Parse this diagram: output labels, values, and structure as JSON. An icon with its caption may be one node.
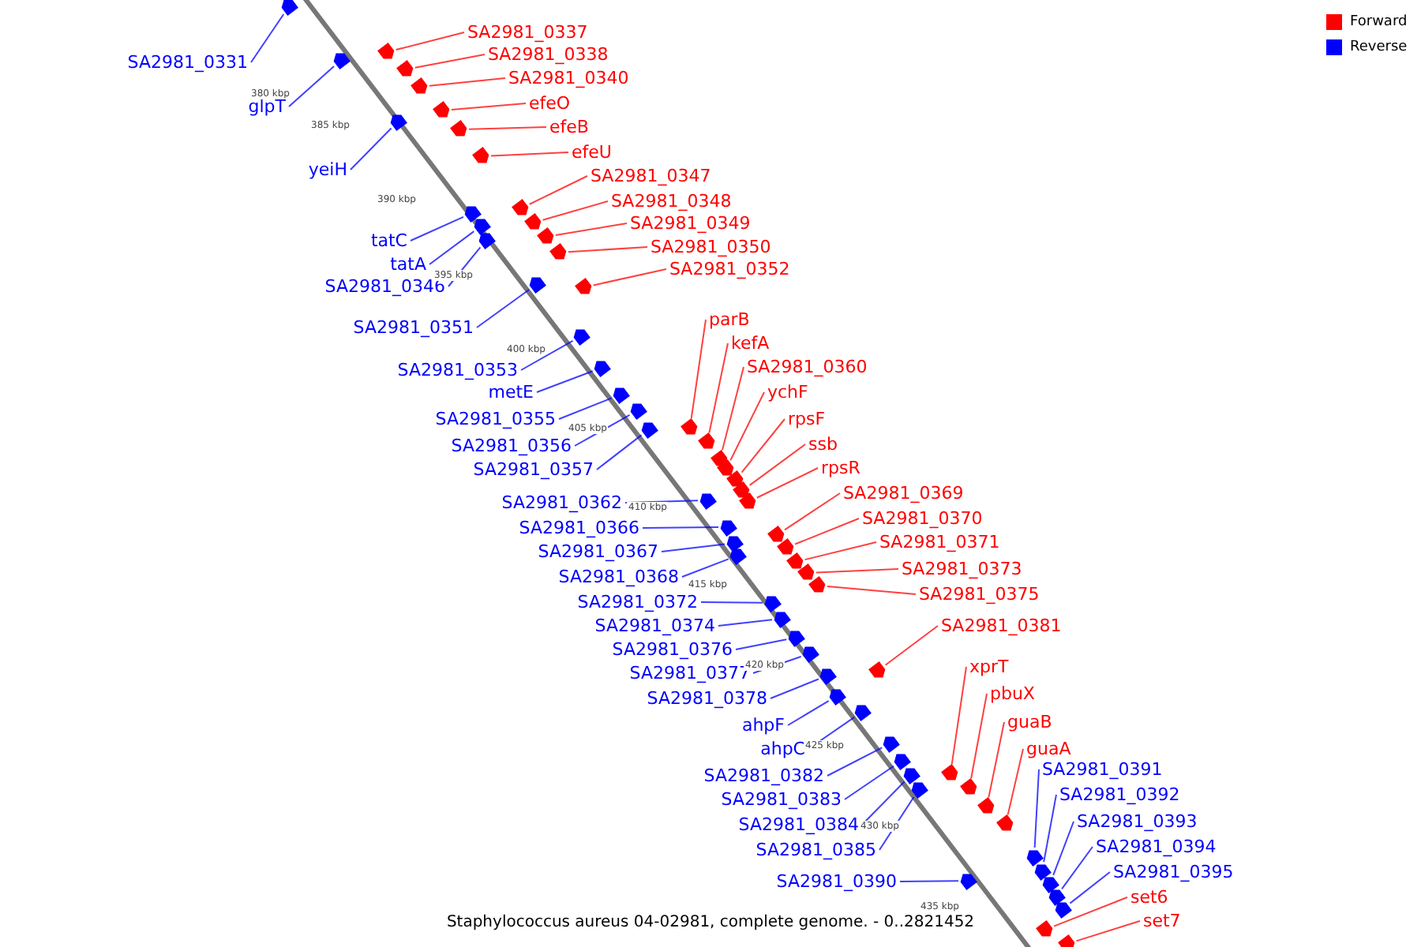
{
  "diagram": {
    "caption": "Staphylococcus aureus 04-02981, complete genome. - 0..2821452",
    "nodes": [
      {
        "text": [
          "SA2981_0331"
        ]
      },
      {
        "text": [],
        "shape": "arrow"
      },
      {
        "text": [
          "glpT"
        ]
      },
      {
        "text": [],
        "shape": "arrow"
      },
      {
        "text": [
          "SA2981_0337"
        ]
      },
      {
        "text": [],
        "shape": "arrow"
      },
      {
        "text": [
          "SA2981_0338"
        ]
      },
      {
        "text": [],
        "shape": "arrow"
      },
      {
        "text": [
          "SA2981_0340"
        ]
      },
      {
        "text": [],
        "shape": "arrow"
      },
      {
        "text": [
          "efeO"
        ]
      },
      {
        "text": [],
        "shape": "arrow"
      },
      {
        "text": [
          "efeB"
        ]
      },
      {
        "text": [],
        "shape": "arrow"
      },
      {
        "text": [
          "efeU"
        ]
      },
      {
        "text": [],
        "shape": "arrow"
      },
      {
        "text": [
          "yeiH"
        ]
      },
      {
        "text": [],
        "shape": "arrow"
      },
      {
        "text": [
          "SA2981_0347"
        ]
      },
      {
        "text": [],
        "shape": "arrow"
      },
      {
        "text": [
          "SA2981_0348"
        ]
      },
      {
        "text": [],
        "shape": "arrow"
      },
      {
        "text": [
          "SA2981_0349"
        ]
      },
      {
        "text": [],
        "shape": "arrow"
      },
      {
        "text": [
          "SA2981_0350"
        ]
      },
      {
        "text": [],
        "shape": "arrow"
      },
      {
        "text": [
          "tatC"
        ]
      },
      {
        "text": [],
        "shape": "arrow"
      },
      {
        "text": [
          "tatA"
        ]
      },
      {
        "text": [],
        "shape": "arrow"
      },
      {
        "text": [
          "SA2981_0346"
        ]
      },
      {
        "text": [],
        "shape": "arrow"
      },
      {
        "text": [
          "SA2981_0352"
        ]
      },
      {
        "text": [],
        "shape": "arrow"
      },
      {
        "text": [
          "SA2981_0351"
        ]
      },
      {
        "text": [],
        "shape": "arrow"
      },
      {
        "text": [
          "parB"
        ]
      },
      {
        "text": [],
        "shape": "arrow"
      },
      {
        "text": [
          "kefA"
        ]
      },
      {
        "text": [],
        "shape": "arrow"
      },
      {
        "text": [
          "SA2981_0353"
        ]
      },
      {
        "text": [],
        "shape": "arrow"
      },
      {
        "text": [
          "SA2981_0360"
        ]
      },
      {
        "text": [],
        "shape": "arrow"
      },
      {
        "text": [
          "metE"
        ]
      },
      {
        "text": [],
        "shape": "arrow"
      },
      {
        "text": [
          "ychF"
        ]
      },
      {
        "text": [],
        "shape": "arrow"
      },
      {
        "text": [
          "SA2981_0355"
        ]
      },
      {
        "text": [],
        "shape": "arrow"
      },
      {
        "text": [
          "rpsF"
        ]
      },
      {
        "text": [],
        "shape": "arrow"
      },
      {
        "text": [
          "ssb"
        ]
      },
      {
        "text": [],
        "shape": "arrow"
      },
      {
        "text": [
          "SA2981_0356"
        ]
      },
      {
        "text": [],
        "shape": "arrow"
      },
      {
        "text": [
          "rpsR"
        ]
      },
      {
        "text": [],
        "shape": "arrow"
      },
      {
        "text": [
          "SA2981_0357"
        ]
      },
      {
        "text": [],
        "shape": "arrow"
      },
      {
        "text": [
          "SA2981_0369"
        ]
      },
      {
        "text": [],
        "shape": "arrow"
      },
      {
        "text": [
          "SA2981_0362"
        ]
      },
      {
        "text": [],
        "shape": "arrow"
      },
      {
        "text": [
          "SA2981_0370"
        ]
      },
      {
        "text": [],
        "shape": "arrow"
      },
      {
        "text": [
          "SA2981_0366"
        ]
      },
      {
        "text": [],
        "shape": "arrow"
      },
      {
        "text": [
          "SA2981_0371"
        ]
      },
      {
        "text": [],
        "shape": "arrow"
      },
      {
        "text": [
          "SA2981_0367"
        ]
      },
      {
        "text": [],
        "shape": "arrow"
      },
      {
        "text": [
          "SA2981_0373"
        ]
      },
      {
        "text": [],
        "shape": "arrow"
      },
      {
        "text": [
          "SA2981_0368"
        ]
      },
      {
        "text": [],
        "shape": "arrow"
      },
      {
        "text": [
          "SA2981_0375"
        ]
      },
      {
        "text": [],
        "shape": "arrow"
      },
      {
        "text": [
          "SA2981_0372"
        ]
      },
      {
        "text": [],
        "shape": "arrow"
      },
      {
        "text": [
          "SA2981_0381"
        ]
      },
      {
        "text": [],
        "shape": "arrow"
      },
      {
        "text": [
          "SA2981_0374"
        ]
      },
      {
        "text": [],
        "shape": "arrow"
      },
      {
        "text": [
          "SA2981_0376"
        ]
      },
      {
        "text": [],
        "shape": "arrow"
      },
      {
        "text": [
          "SA2981_0377"
        ]
      },
      {
        "text": [],
        "shape": "arrow"
      },
      {
        "text": [
          "xprT"
        ]
      },
      {
        "text": [],
        "shape": "arrow"
      },
      {
        "text": [
          "SA2981_0378"
        ]
      },
      {
        "text": [],
        "shape": "arrow"
      },
      {
        "text": [
          "pbuX"
        ]
      },
      {
        "text": [],
        "shape": "arrow"
      },
      {
        "text": [
          "ahpF"
        ]
      },
      {
        "text": [],
        "shape": "arrow"
      },
      {
        "text": [
          "guaB"
        ]
      },
      {
        "text": [],
        "shape": "arrow"
      },
      {
        "text": [
          "ahpC"
        ]
      },
      {
        "text": [],
        "shape": "arrow"
      },
      {
        "text": [
          "guaA"
        ]
      },
      {
        "text": [],
        "shape": "arrow"
      },
      {
        "text": [
          "SA2981_0391"
        ]
      },
      {
        "text": [],
        "shape": "arrow"
      },
      {
        "text": [
          "SA2981_0382"
        ]
      },
      {
        "text": [],
        "shape": "arrow"
      },
      {
        "text": [
          "SA2981_0392"
        ]
      },
      {
        "text": [],
        "shape": "arrow"
      },
      {
        "text": [
          "SA2981_0383"
        ]
      },
      {
        "text": [],
        "shape": "arrow"
      },
      {
        "text": [
          "SA2981_0393"
        ]
      },
      {
        "text": [],
        "shape": "arrow"
      },
      {
        "text": [
          "SA2981_0384"
        ]
      },
      {
        "text": [],
        "shape": "arrow"
      },
      {
        "text": [
          "SA2981_0394"
        ]
      },
      {
        "text": [],
        "shape": "arrow"
      },
      {
        "text": [
          "SA2981_0385"
        ]
      },
      {
        "text": [],
        "shape": "arrow"
      },
      {
        "text": [
          "SA2981_0395"
        ]
      },
      {
        "text": [],
        "shape": "arrow"
      },
      {
        "text": [
          "SA2981_0390"
        ]
      },
      {
        "text": [],
        "shape": "arrow"
      },
      {
        "text": [
          "set6"
        ]
      },
      {
        "text": [],
        "shape": "arrow"
      },
      {
        "text": [
          "set7"
        ]
      },
      {
        "text": [],
        "shape": "arrow"
      }
    ],
    "edges": [
      {
        "from": 0,
        "to": 1,
        "arrow": "none",
        "color": "#0000ff"
      },
      {
        "from": 2,
        "to": 3,
        "arrow": "none",
        "color": "#0000ff"
      },
      {
        "from": 4,
        "to": 5,
        "arrow": "none",
        "color": "#ff0000"
      },
      {
        "from": 6,
        "to": 7,
        "arrow": "none",
        "color": "#ff0000"
      },
      {
        "from": 8,
        "to": 9,
        "arrow": "none",
        "color": "#ff0000"
      },
      {
        "from": 10,
        "to": 11,
        "arrow": "none",
        "color": "#ff0000"
      },
      {
        "from": 12,
        "to": 13,
        "arrow": "none",
        "color": "#ff0000"
      },
      {
        "from": 14,
        "to": 15,
        "arrow": "none",
        "color": "#ff0000"
      },
      {
        "from": 16,
        "to": 17,
        "arrow": "none",
        "color": "#0000ff"
      },
      {
        "from": 18,
        "to": 19,
        "arrow": "none",
        "color": "#ff0000"
      },
      {
        "from": 20,
        "to": 21,
        "arrow": "none",
        "color": "#ff0000"
      },
      {
        "from": 22,
        "to": 23,
        "arrow": "none",
        "color": "#ff0000"
      },
      {
        "from": 24,
        "to": 25,
        "arrow": "none",
        "color": "#ff0000"
      },
      {
        "from": 26,
        "to": 27,
        "arrow": "none",
        "color": "#0000ff"
      },
      {
        "from": 28,
        "to": 29,
        "arrow": "none",
        "color": "#0000ff"
      },
      {
        "from": 30,
        "to": 31,
        "arrow": "none",
        "color": "#0000ff"
      },
      {
        "from": 32,
        "to": 33,
        "arrow": "none",
        "color": "#ff0000"
      },
      {
        "from": 34,
        "to": 35,
        "arrow": "none",
        "color": "#0000ff"
      },
      {
        "from": 36,
        "to": 37,
        "arrow": "none",
        "color": "#ff0000"
      },
      {
        "from": 38,
        "to": 39,
        "arrow": "none",
        "color": "#ff0000"
      },
      {
        "from": 40,
        "to": 41,
        "arrow": "none",
        "color": "#0000ff"
      },
      {
        "from": 42,
        "to": 43,
        "arrow": "none",
        "color": "#ff0000"
      },
      {
        "from": 44,
        "to": 45,
        "arrow": "none",
        "color": "#0000ff"
      },
      {
        "from": 46,
        "to": 47,
        "arrow": "none",
        "color": "#ff0000"
      },
      {
        "from": 48,
        "to": 49,
        "arrow": "none",
        "color": "#0000ff"
      },
      {
        "from": 50,
        "to": 51,
        "arrow": "none",
        "color": "#ff0000"
      },
      {
        "from": 52,
        "to": 53,
        "arrow": "none",
        "color": "#ff0000"
      },
      {
        "from": 54,
        "to": 55,
        "arrow": "none",
        "color": "#0000ff"
      },
      {
        "from": 56,
        "to": 57,
        "arrow": "none",
        "color": "#ff0000"
      },
      {
        "from": 58,
        "to": 59,
        "arrow": "none",
        "color": "#0000ff"
      },
      {
        "from": 60,
        "to": 61,
        "arrow": "none",
        "color": "#ff0000"
      },
      {
        "from": 62,
        "to": 63,
        "arrow": "none",
        "color": "#0000ff"
      },
      {
        "from": 64,
        "to": 65,
        "arrow": "none",
        "color": "#ff0000"
      },
      {
        "from": 66,
        "to": 67,
        "arrow": "none",
        "color": "#0000ff"
      },
      {
        "from": 68,
        "to": 69,
        "arrow": "none",
        "color": "#ff0000"
      },
      {
        "from": 70,
        "to": 71,
        "arrow": "none",
        "color": "#0000ff"
      },
      {
        "from": 72,
        "to": 73,
        "arrow": "none",
        "color": "#ff0000"
      },
      {
        "from": 74,
        "to": 75,
        "arrow": "none",
        "color": "#0000ff"
      },
      {
        "from": 76,
        "to": 77,
        "arrow": "none",
        "color": "#ff0000"
      },
      {
        "from": 78,
        "to": 79,
        "arrow": "none",
        "color": "#0000ff"
      },
      {
        "from": 80,
        "to": 81,
        "arrow": "none",
        "color": "#ff0000"
      },
      {
        "from": 82,
        "to": 83,
        "arrow": "none",
        "color": "#0000ff"
      },
      {
        "from": 84,
        "to": 85,
        "arrow": "none",
        "color": "#0000ff"
      },
      {
        "from": 86,
        "to": 87,
        "arrow": "none",
        "color": "#0000ff"
      },
      {
        "from": 88,
        "to": 89,
        "arrow": "none",
        "color": "#ff0000"
      },
      {
        "from": 90,
        "to": 91,
        "arrow": "none",
        "color": "#0000ff"
      },
      {
        "from": 92,
        "to": 93,
        "arrow": "none",
        "color": "#ff0000"
      },
      {
        "from": 94,
        "to": 95,
        "arrow": "none",
        "color": "#0000ff"
      },
      {
        "from": 96,
        "to": 97,
        "arrow": "none",
        "color": "#ff0000"
      },
      {
        "from": 98,
        "to": 99,
        "arrow": "none",
        "color": "#0000ff"
      },
      {
        "from": 100,
        "to": 101,
        "arrow": "none",
        "color": "#ff0000"
      },
      {
        "from": 102,
        "to": 103,
        "arrow": "none",
        "color": "#0000ff"
      },
      {
        "from": 104,
        "to": 105,
        "arrow": "none",
        "color": "#0000ff"
      },
      {
        "from": 106,
        "to": 107,
        "arrow": "none",
        "color": "#0000ff"
      },
      {
        "from": 108,
        "to": 109,
        "arrow": "none",
        "color": "#0000ff"
      },
      {
        "from": 110,
        "to": 111,
        "arrow": "none",
        "color": "#0000ff"
      },
      {
        "from": 112,
        "to": 113,
        "arrow": "none",
        "color": "#0000ff"
      },
      {
        "from": 114,
        "to": 115,
        "arrow": "none",
        "color": "#0000ff"
      },
      {
        "from": 116,
        "to": 117,
        "arrow": "none",
        "color": "#0000ff"
      },
      {
        "from": 118,
        "to": 119,
        "arrow": "none",
        "color": "#0000ff"
      },
      {
        "from": 120,
        "to": 121,
        "arrow": "none",
        "color": "#0000ff"
      },
      {
        "from": 122,
        "to": 123,
        "arrow": "none",
        "color": "#ff0000"
      },
      {
        "from": 124,
        "to": 125,
        "arrow": "none",
        "color": "#ff0000"
      }
    ],
    "labels": [
      "380 kbp",
      "385 kbp",
      "390 kbp",
      "395 kbp",
      "400 kbp",
      "405 kbp",
      "410 kbp",
      "415 kbp",
      "420 kbp",
      "425 kbp",
      "430 kbp",
      "435 kbp"
    ],
    "legend": [
      {
        "text": "Forward",
        "color": "#ff0000"
      },
      {
        "text": "Reverse",
        "color": "#0000ff"
      }
    ]
  }
}
